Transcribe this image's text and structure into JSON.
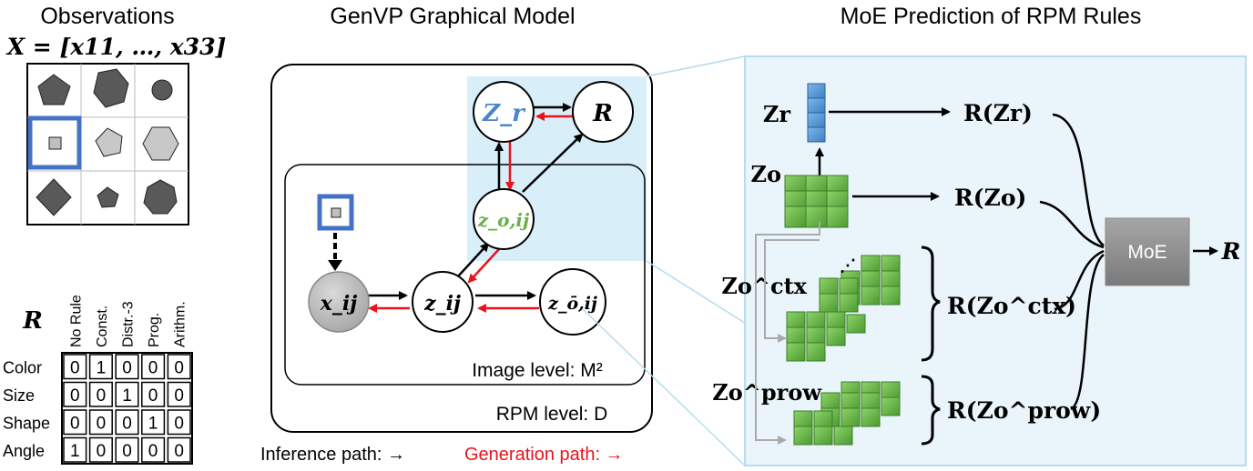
{
  "observations": {
    "title": "Observations",
    "formula": "X = [x11, …, x33]"
  },
  "graphical_model": {
    "title": "GenVP Graphical Model",
    "nodes": {
      "zr": "Z_r",
      "r": "R",
      "zoij": "z_o,ij",
      "xij": "x_ij",
      "zij": "z_ij",
      "zobar": "z_ō,ij"
    },
    "image_level": "Image level: M²",
    "rpm_level": "RPM level: D",
    "legend": {
      "inference": "Inference path: →",
      "generation": "Generation path: →"
    }
  },
  "moe": {
    "title": "MoE Prediction of RPM Rules",
    "labels": {
      "zr": "Zr",
      "zo": "Zo",
      "zctx": "Zo^ctx",
      "zprow": "Zo^prow",
      "rzr": "R(Zr)",
      "rzo": "R(Zo)",
      "rzctx": "R(Zo^ctx)",
      "rzprow": "R(Zo^prow)"
    },
    "box": "MoE",
    "output": "R"
  },
  "rules_table": {
    "symbol": "R",
    "columns": [
      "No Rule",
      "Const.",
      "Distr.-3",
      "Prog.",
      "Arithm."
    ],
    "rows": [
      {
        "name": "Color",
        "values": [
          0,
          1,
          0,
          0,
          0
        ]
      },
      {
        "name": "Size",
        "values": [
          0,
          0,
          1,
          0,
          0
        ]
      },
      {
        "name": "Shape",
        "values": [
          0,
          0,
          0,
          1,
          0
        ]
      },
      {
        "name": "Angle",
        "values": [
          1,
          0,
          0,
          0,
          0
        ]
      }
    ]
  },
  "colors": {
    "inference": "#000000",
    "generation": "#e8141c",
    "zr_blue": "#4a86c8",
    "zo_green": "#6ab04c",
    "highlight": "#d8eef8",
    "frame_blue": "#4472c4"
  }
}
